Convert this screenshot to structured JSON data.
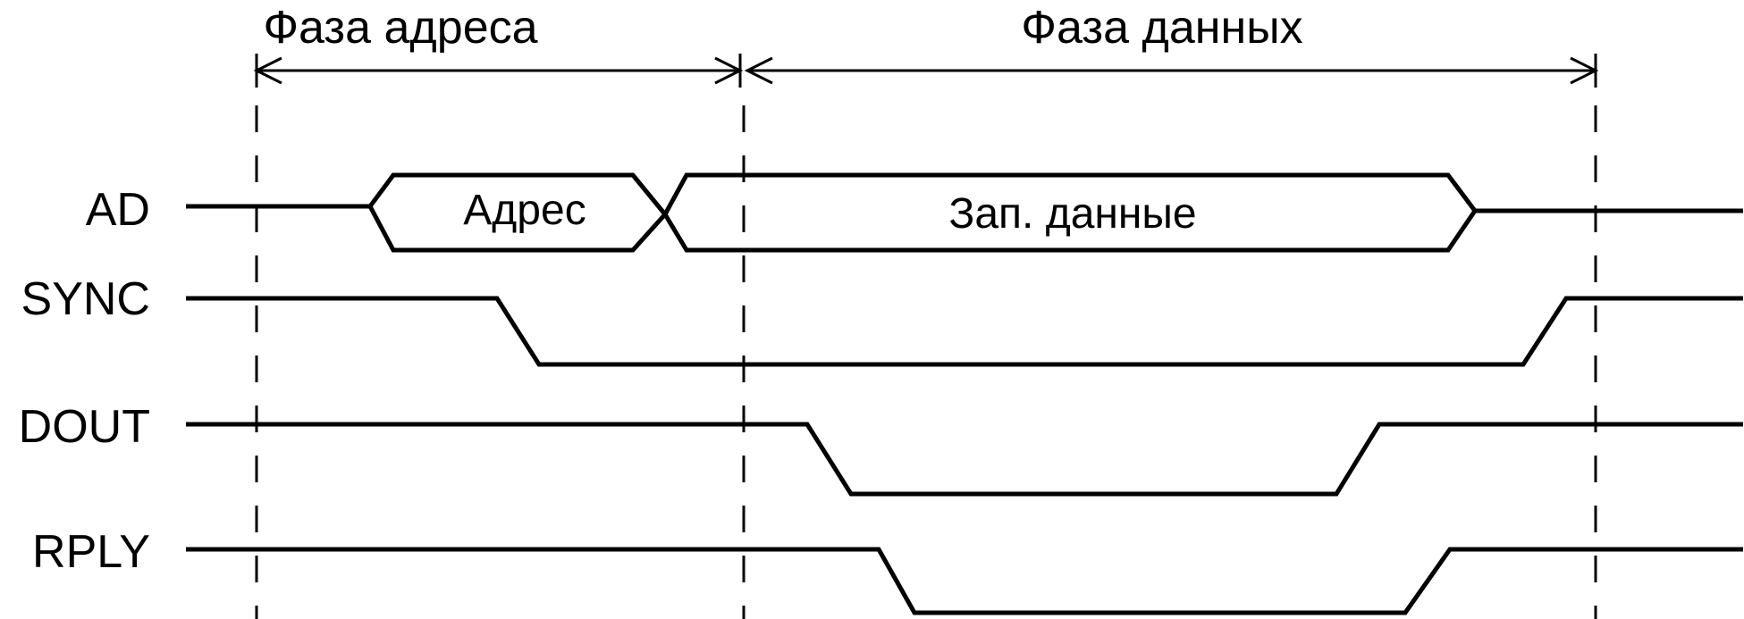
{
  "phases": {
    "address": "Фаза адреса",
    "data": "Фаза данных"
  },
  "signals": {
    "ad": "AD",
    "sync": "SYNC",
    "dout": "DOUT",
    "rply": "RPLY"
  },
  "bus": {
    "address_label": "Адрес",
    "data_label": "Зап. данные"
  }
}
